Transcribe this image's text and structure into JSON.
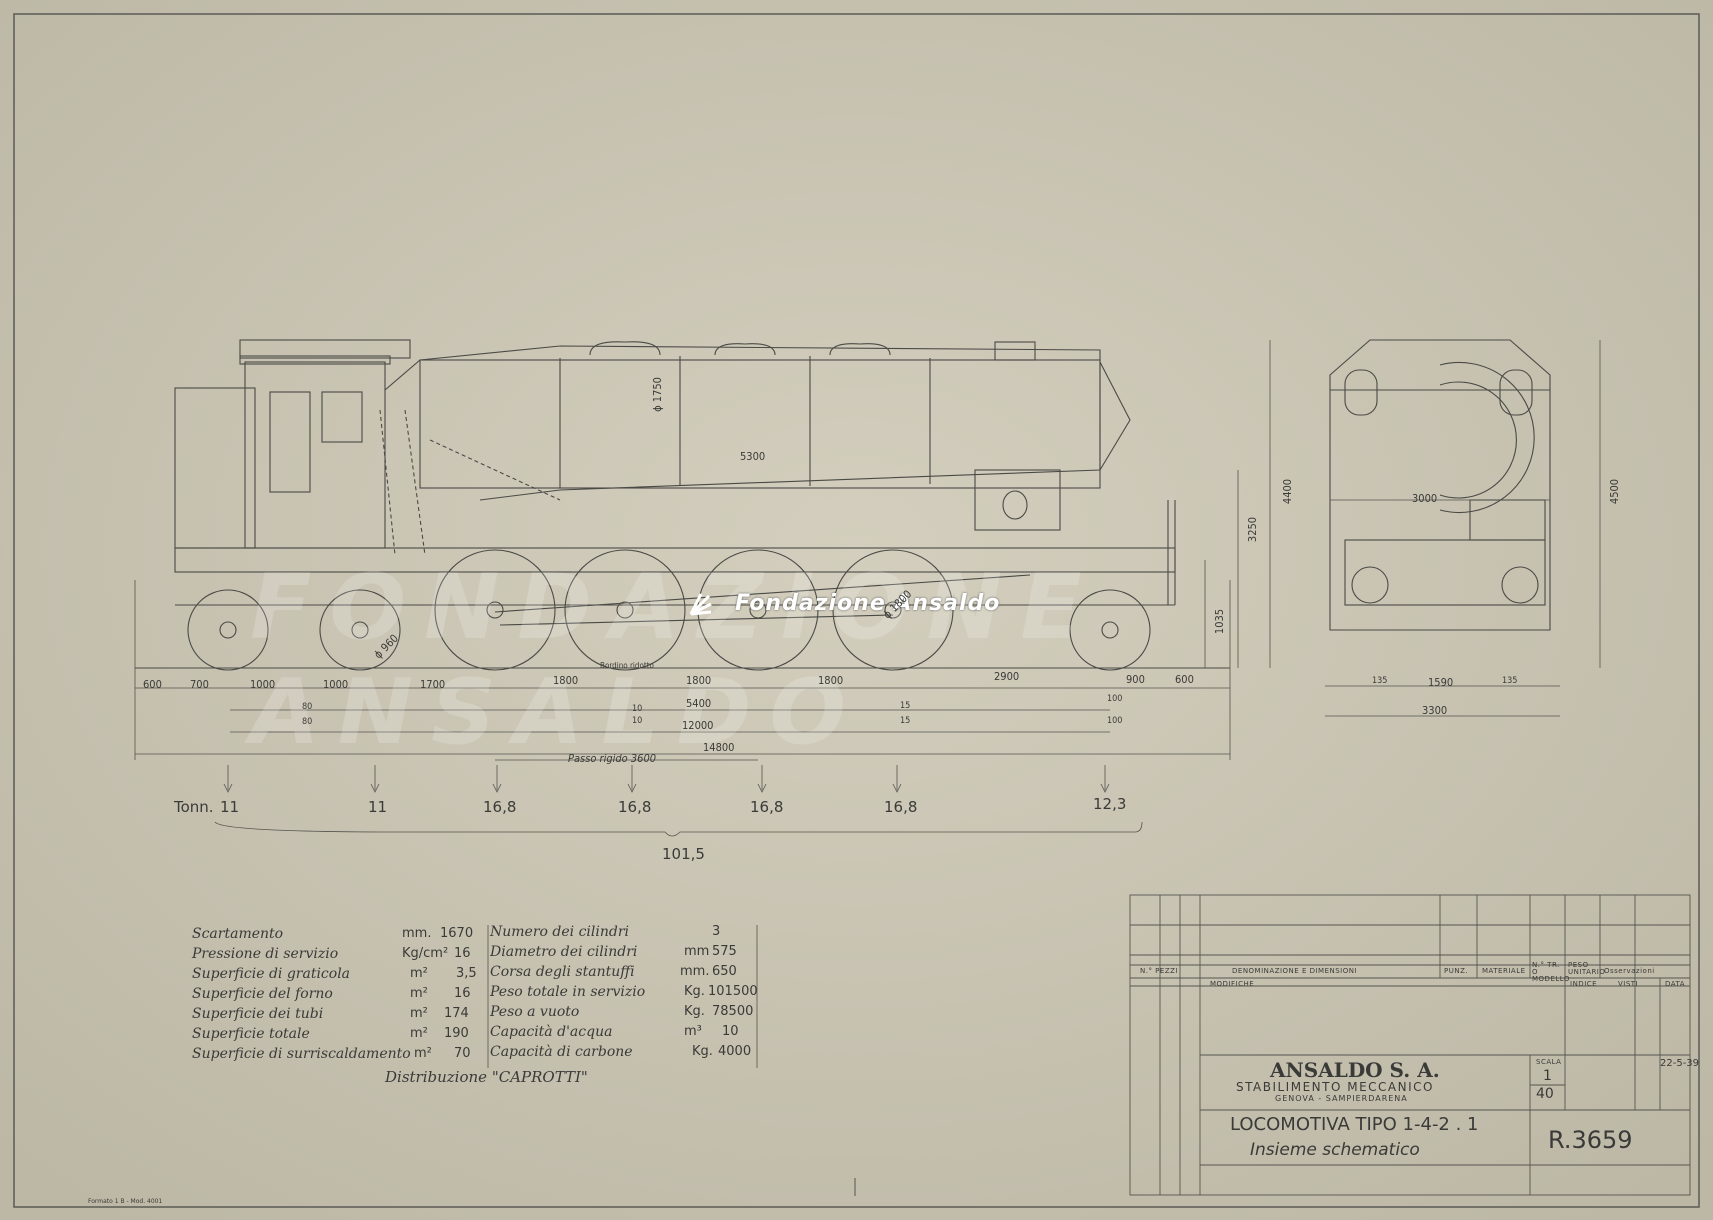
{
  "watermark": {
    "text": "Fondazione Ansaldo",
    "bg_text": "FONDAZIONE ANSALDO",
    "logo_icon": "ansaldo-fan-logo"
  },
  "dimensions": {
    "side": [
      "600",
      "700",
      "1000",
      "1000",
      "1700",
      "1800",
      "1800",
      "1800",
      "2900",
      "900",
      "600"
    ],
    "span_5400": "5400",
    "span_12000": "12000",
    "span_14800": "14800",
    "rigid": "Passo rigido 3600",
    "boiler_len": "5300",
    "dome": "ϕ 1750",
    "h_3250": "3250",
    "h_4400": "4400",
    "h_1035": "1035",
    "wheel_small": "ϕ 960",
    "wheel_rear": "ϕ 1800",
    "bogie_note": "Bordino ridotto",
    "play_left": [
      "80",
      "80"
    ],
    "play_mid": [
      "10",
      "10"
    ],
    "play_right": [
      "15",
      "15"
    ],
    "play_far": [
      "100",
      "100"
    ],
    "front_3000": "3000",
    "front_4500": "4500",
    "front_bottom": [
      "135",
      "1590",
      "135"
    ],
    "front_3300": "3300"
  },
  "axle_loads": {
    "unit": "Tonn.",
    "values": [
      "11",
      "11",
      "16,8",
      "16,8",
      "16,8",
      "16,8",
      "12,3"
    ],
    "total": "101,5"
  },
  "specs_left": [
    {
      "label": "Scartamento",
      "unit": "mm.",
      "value": "1670"
    },
    {
      "label": "Pressione di servizio",
      "unit": "Kg/cm²",
      "value": "16"
    },
    {
      "label": "Superficie di graticola",
      "unit": "m²",
      "value": "3,5"
    },
    {
      "label": "Superficie del forno",
      "unit": "m²",
      "value": "16"
    },
    {
      "label": "Superficie dei tubi",
      "unit": "m²",
      "value": "174"
    },
    {
      "label": "Superficie totale",
      "unit": "m²",
      "value": "190"
    },
    {
      "label": "Superficie di surriscaldamento",
      "unit": "m²",
      "value": "70"
    }
  ],
  "specs_right": [
    {
      "label": "Numero dei cilindri",
      "unit": "",
      "value": "3"
    },
    {
      "label": "Diametro dei cilindri",
      "unit": "mm",
      "value": "575"
    },
    {
      "label": "Corsa degli stantuffi",
      "unit": "mm.",
      "value": "650"
    },
    {
      "label": "Peso totale in servizio",
      "unit": "Kg.",
      "value": "101500"
    },
    {
      "label": "Peso a vuoto",
      "unit": "Kg.",
      "value": "78500"
    },
    {
      "label": "Capacità d'acqua",
      "unit": "m³",
      "value": "10"
    },
    {
      "label": "Capacità di carbone",
      "unit": "Kg.",
      "value": "4000"
    }
  ],
  "distribution": "Distribuzione \"CAPROTTI\"",
  "title_block": {
    "header_cols": [
      "N.° PEZZI",
      "DENOMINAZIONE E DIMENSIONI",
      "PUNZ.",
      "MATERIALE",
      "N.° TR. O MODELLO",
      "PESO UNITARIO",
      "Osservazioni"
    ],
    "mod_label": "MODIFICHE",
    "mod_cols": [
      "INDICE",
      "VISTI",
      "DATA"
    ],
    "company": "ANSALDO S. A.",
    "plant": "STABILIMENTO MECCANICO",
    "city": "GENOVA - SAMPIERDARENA",
    "title": "LOCOMOTIVA TIPO 1-4-2 . 1",
    "subtitle": "Insieme schematico",
    "scale_label": "SCALA",
    "scale_num": "1",
    "scale_den": "40",
    "date": "22-5-39",
    "drawing_no": "R.3659"
  },
  "footer_note": "Formato 1 B - Mod. 4001"
}
